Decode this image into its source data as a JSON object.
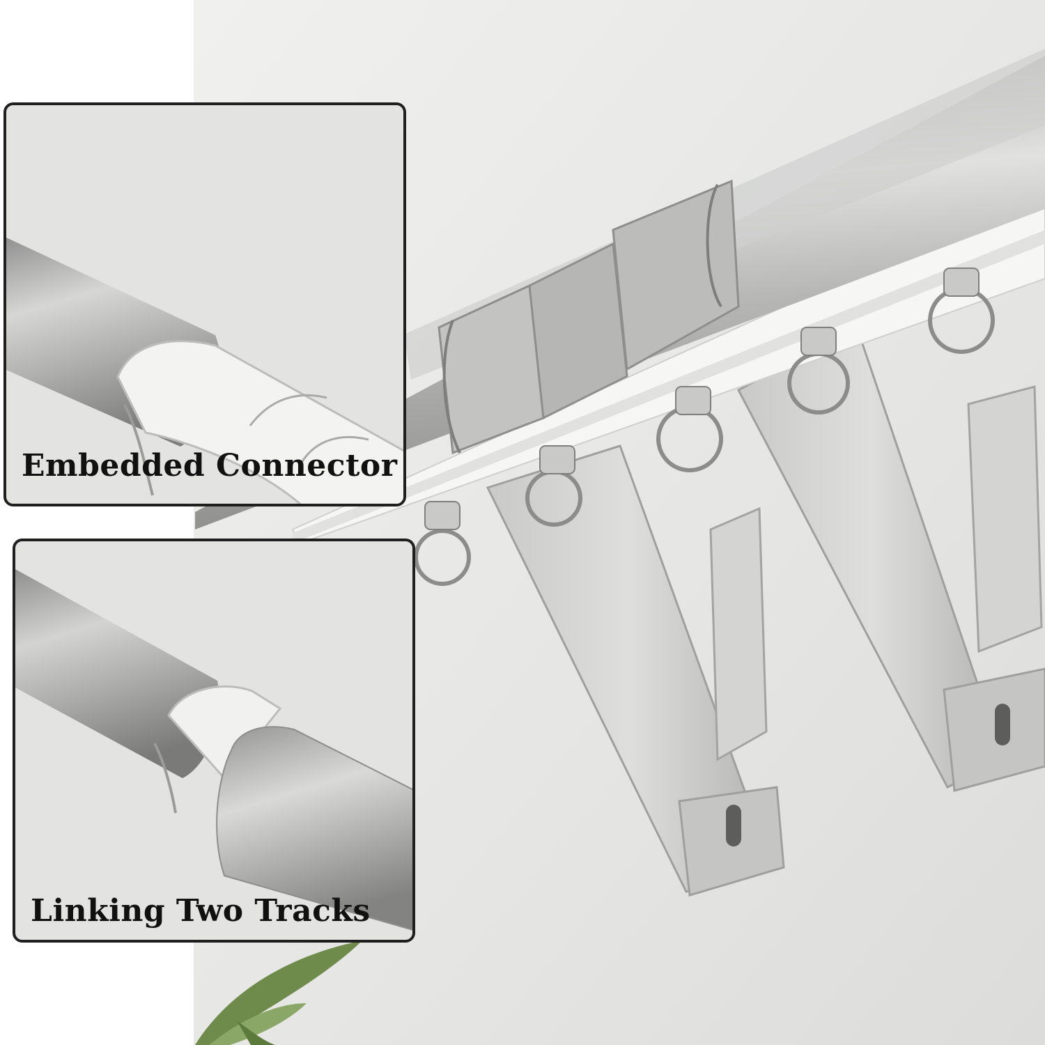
{
  "insets": [
    {
      "caption": "Embedded Connector",
      "icon": "embedded-connector-closeup"
    },
    {
      "caption": "Linking Two Tracks",
      "icon": "linked-tracks-closeup"
    }
  ],
  "colors": {
    "wall": "#e6e6e4",
    "aluminum": "#b9bab8",
    "track": "#f4f4f2",
    "inset_border": "#1f1f1f",
    "leaf": "#7f9a5b"
  }
}
